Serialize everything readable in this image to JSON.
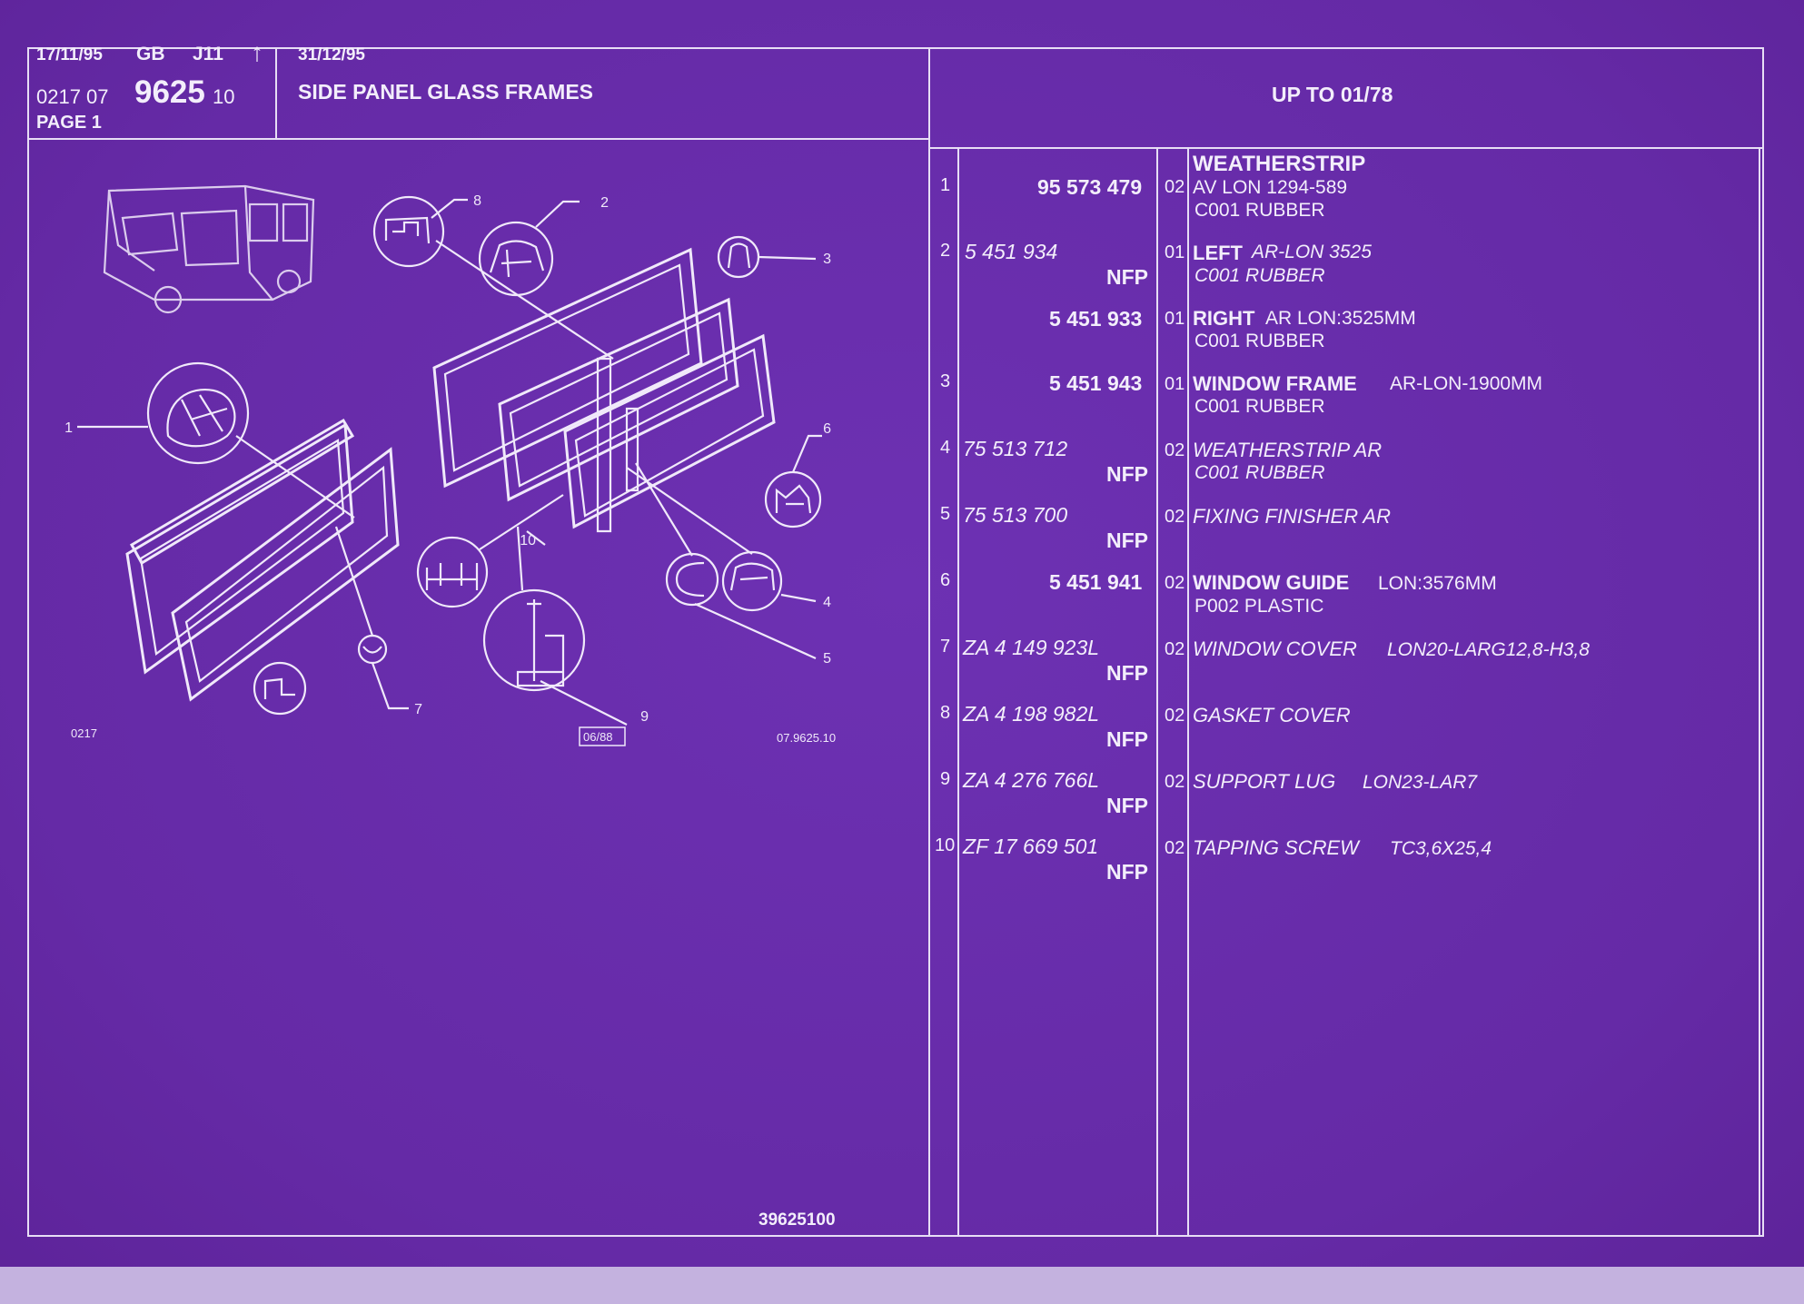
{
  "header": {
    "date1": "17/11/95",
    "lang": "GB",
    "model": "J11",
    "arrow": "↑",
    "code_prefix": "0217 07",
    "code_main": "9625",
    "code_suffix": "10",
    "page": "PAGE 1",
    "date2": "31/12/95",
    "title": "SIDE PANEL GLASS FRAMES",
    "validity": "UP TO 01/78"
  },
  "diagram": {
    "callouts": [
      "1",
      "2",
      "3",
      "4",
      "5",
      "6",
      "7",
      "8",
      "9",
      "10"
    ],
    "code_left": "0217",
    "code_mid": "06/88",
    "code_right": "07.9625.10",
    "footer_ref": "39625100"
  },
  "parts": [
    {
      "num": "1",
      "ref": "95 573 479",
      "nfp": "",
      "qty": "02",
      "name": "WEATHERSTRIP",
      "spec": "AV LON 1294-589",
      "material": "C001 RUBBER"
    },
    {
      "num": "2",
      "ref": "5 451 934",
      "nfp": "NFP",
      "qty": "01",
      "name": "LEFT",
      "spec": "AR-LON 3525",
      "material": "C001 RUBBER"
    },
    {
      "num": "",
      "ref": "5 451 933",
      "nfp": "",
      "qty": "01",
      "name": "RIGHT",
      "spec": "AR LON:3525MM",
      "material": "C001 RUBBER"
    },
    {
      "num": "3",
      "ref": "5 451 943",
      "nfp": "",
      "qty": "01",
      "name": "WINDOW FRAME",
      "spec": "AR-LON-1900MM",
      "material": "C001 RUBBER"
    },
    {
      "num": "4",
      "ref": "75 513 712",
      "nfp": "NFP",
      "qty": "02",
      "name": "WEATHERSTRIP AR",
      "spec": "",
      "material": "C001 RUBBER"
    },
    {
      "num": "5",
      "ref": "75 513 700",
      "nfp": "NFP",
      "qty": "02",
      "name": "FIXING FINISHER AR",
      "spec": "",
      "material": ""
    },
    {
      "num": "6",
      "ref": "5 451 941",
      "nfp": "",
      "qty": "02",
      "name": "WINDOW GUIDE",
      "spec": "LON:3576MM",
      "material": "P002 PLASTIC"
    },
    {
      "num": "7",
      "ref": "ZA 4 149 923L",
      "nfp": "NFP",
      "qty": "02",
      "name": "WINDOW COVER",
      "spec": "LON20-LARG12,8-H3,8",
      "material": ""
    },
    {
      "num": "8",
      "ref": "ZA 4 198 982L",
      "nfp": "NFP",
      "qty": "02",
      "name": "GASKET COVER",
      "spec": "",
      "material": ""
    },
    {
      "num": "9",
      "ref": "ZA 4 276 766L",
      "nfp": "NFP",
      "qty": "02",
      "name": "SUPPORT LUG",
      "spec": "LON23-LAR7",
      "material": ""
    },
    {
      "num": "10",
      "ref": "ZF 17 669 501",
      "nfp": "NFP",
      "qty": "02",
      "name": "TAPPING SCREW",
      "spec": "TC3,6X25,4",
      "material": ""
    }
  ]
}
